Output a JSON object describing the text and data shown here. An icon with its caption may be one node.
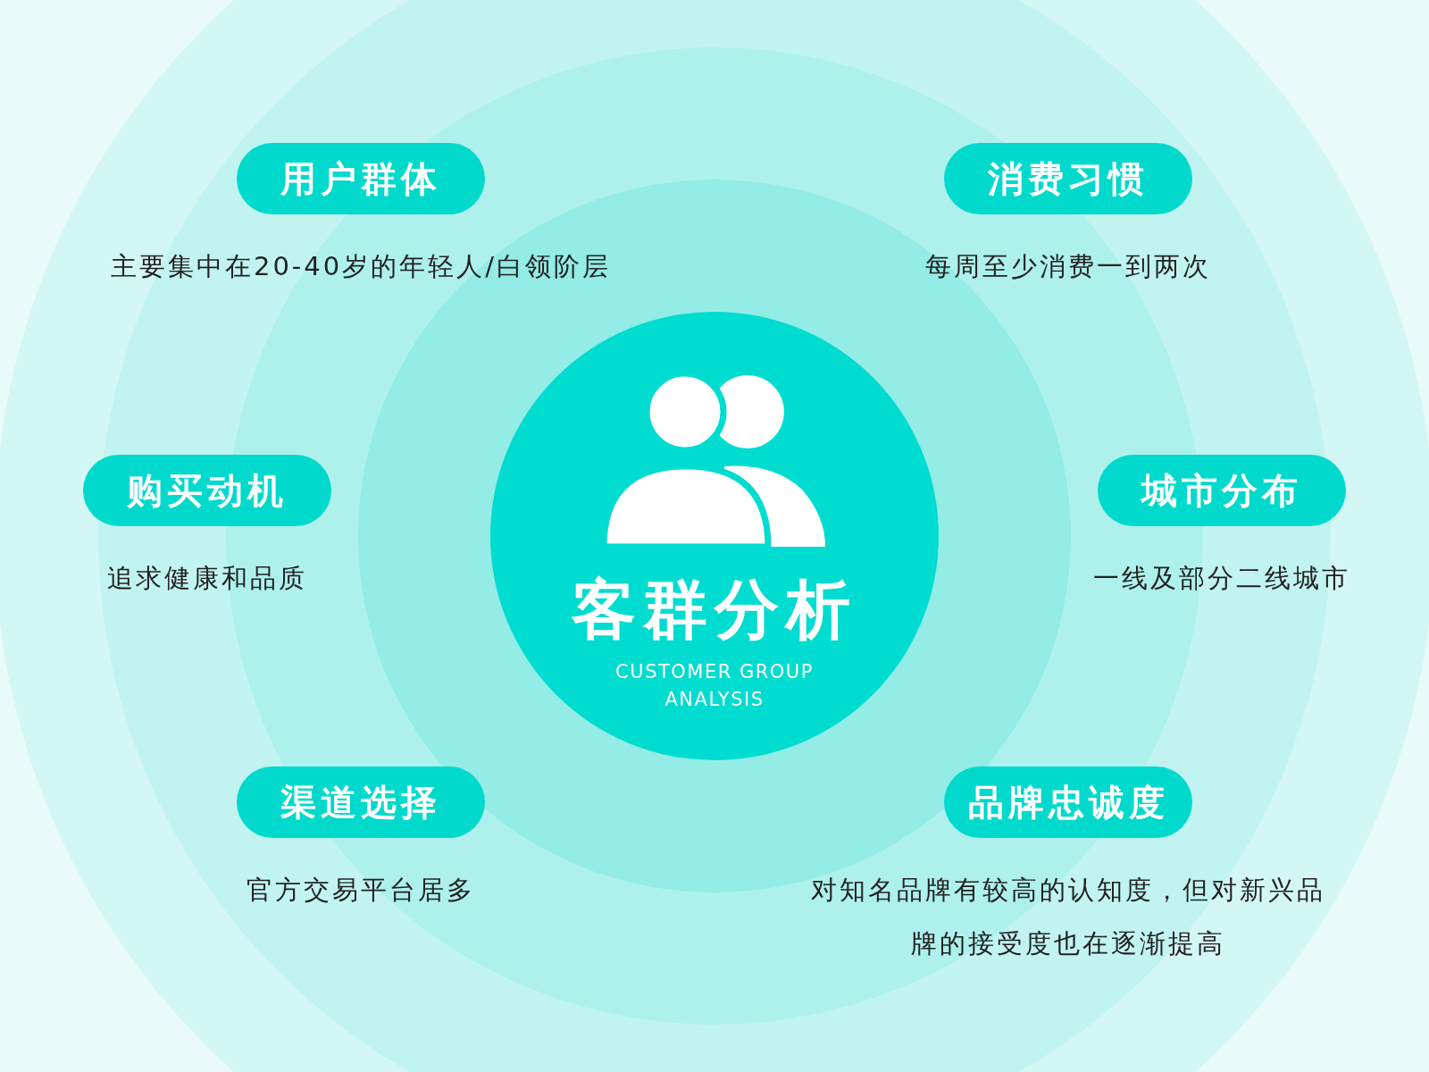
{
  "diagram": {
    "nodes": [
      {
        "text": [
          "客群分析",
          "CUSTOMER GROUP ANALYSIS"
        ]
      },
      {
        "text": [
          "用户群体"
        ],
        "beside": [
          "主要集中在20-40岁的年轻人/白领阶层"
        ]
      },
      {
        "text": [
          "消费习惯"
        ],
        "beside": [
          "每周至少消费一到两次"
        ]
      },
      {
        "text": [
          "购买动机"
        ],
        "beside": [
          "追求健康和品质"
        ]
      },
      {
        "text": [
          "城市分布"
        ],
        "beside": [
          "一线及部分二线城市"
        ]
      },
      {
        "text": [
          "渠道选择"
        ],
        "beside": [
          "官方交易平台居多"
        ]
      },
      {
        "text": [
          "品牌忠诚度"
        ],
        "beside": [
          "对知名品牌有较高的认知度，但对新兴品牌的接受度也在逐渐提高"
        ]
      }
    ]
  }
}
